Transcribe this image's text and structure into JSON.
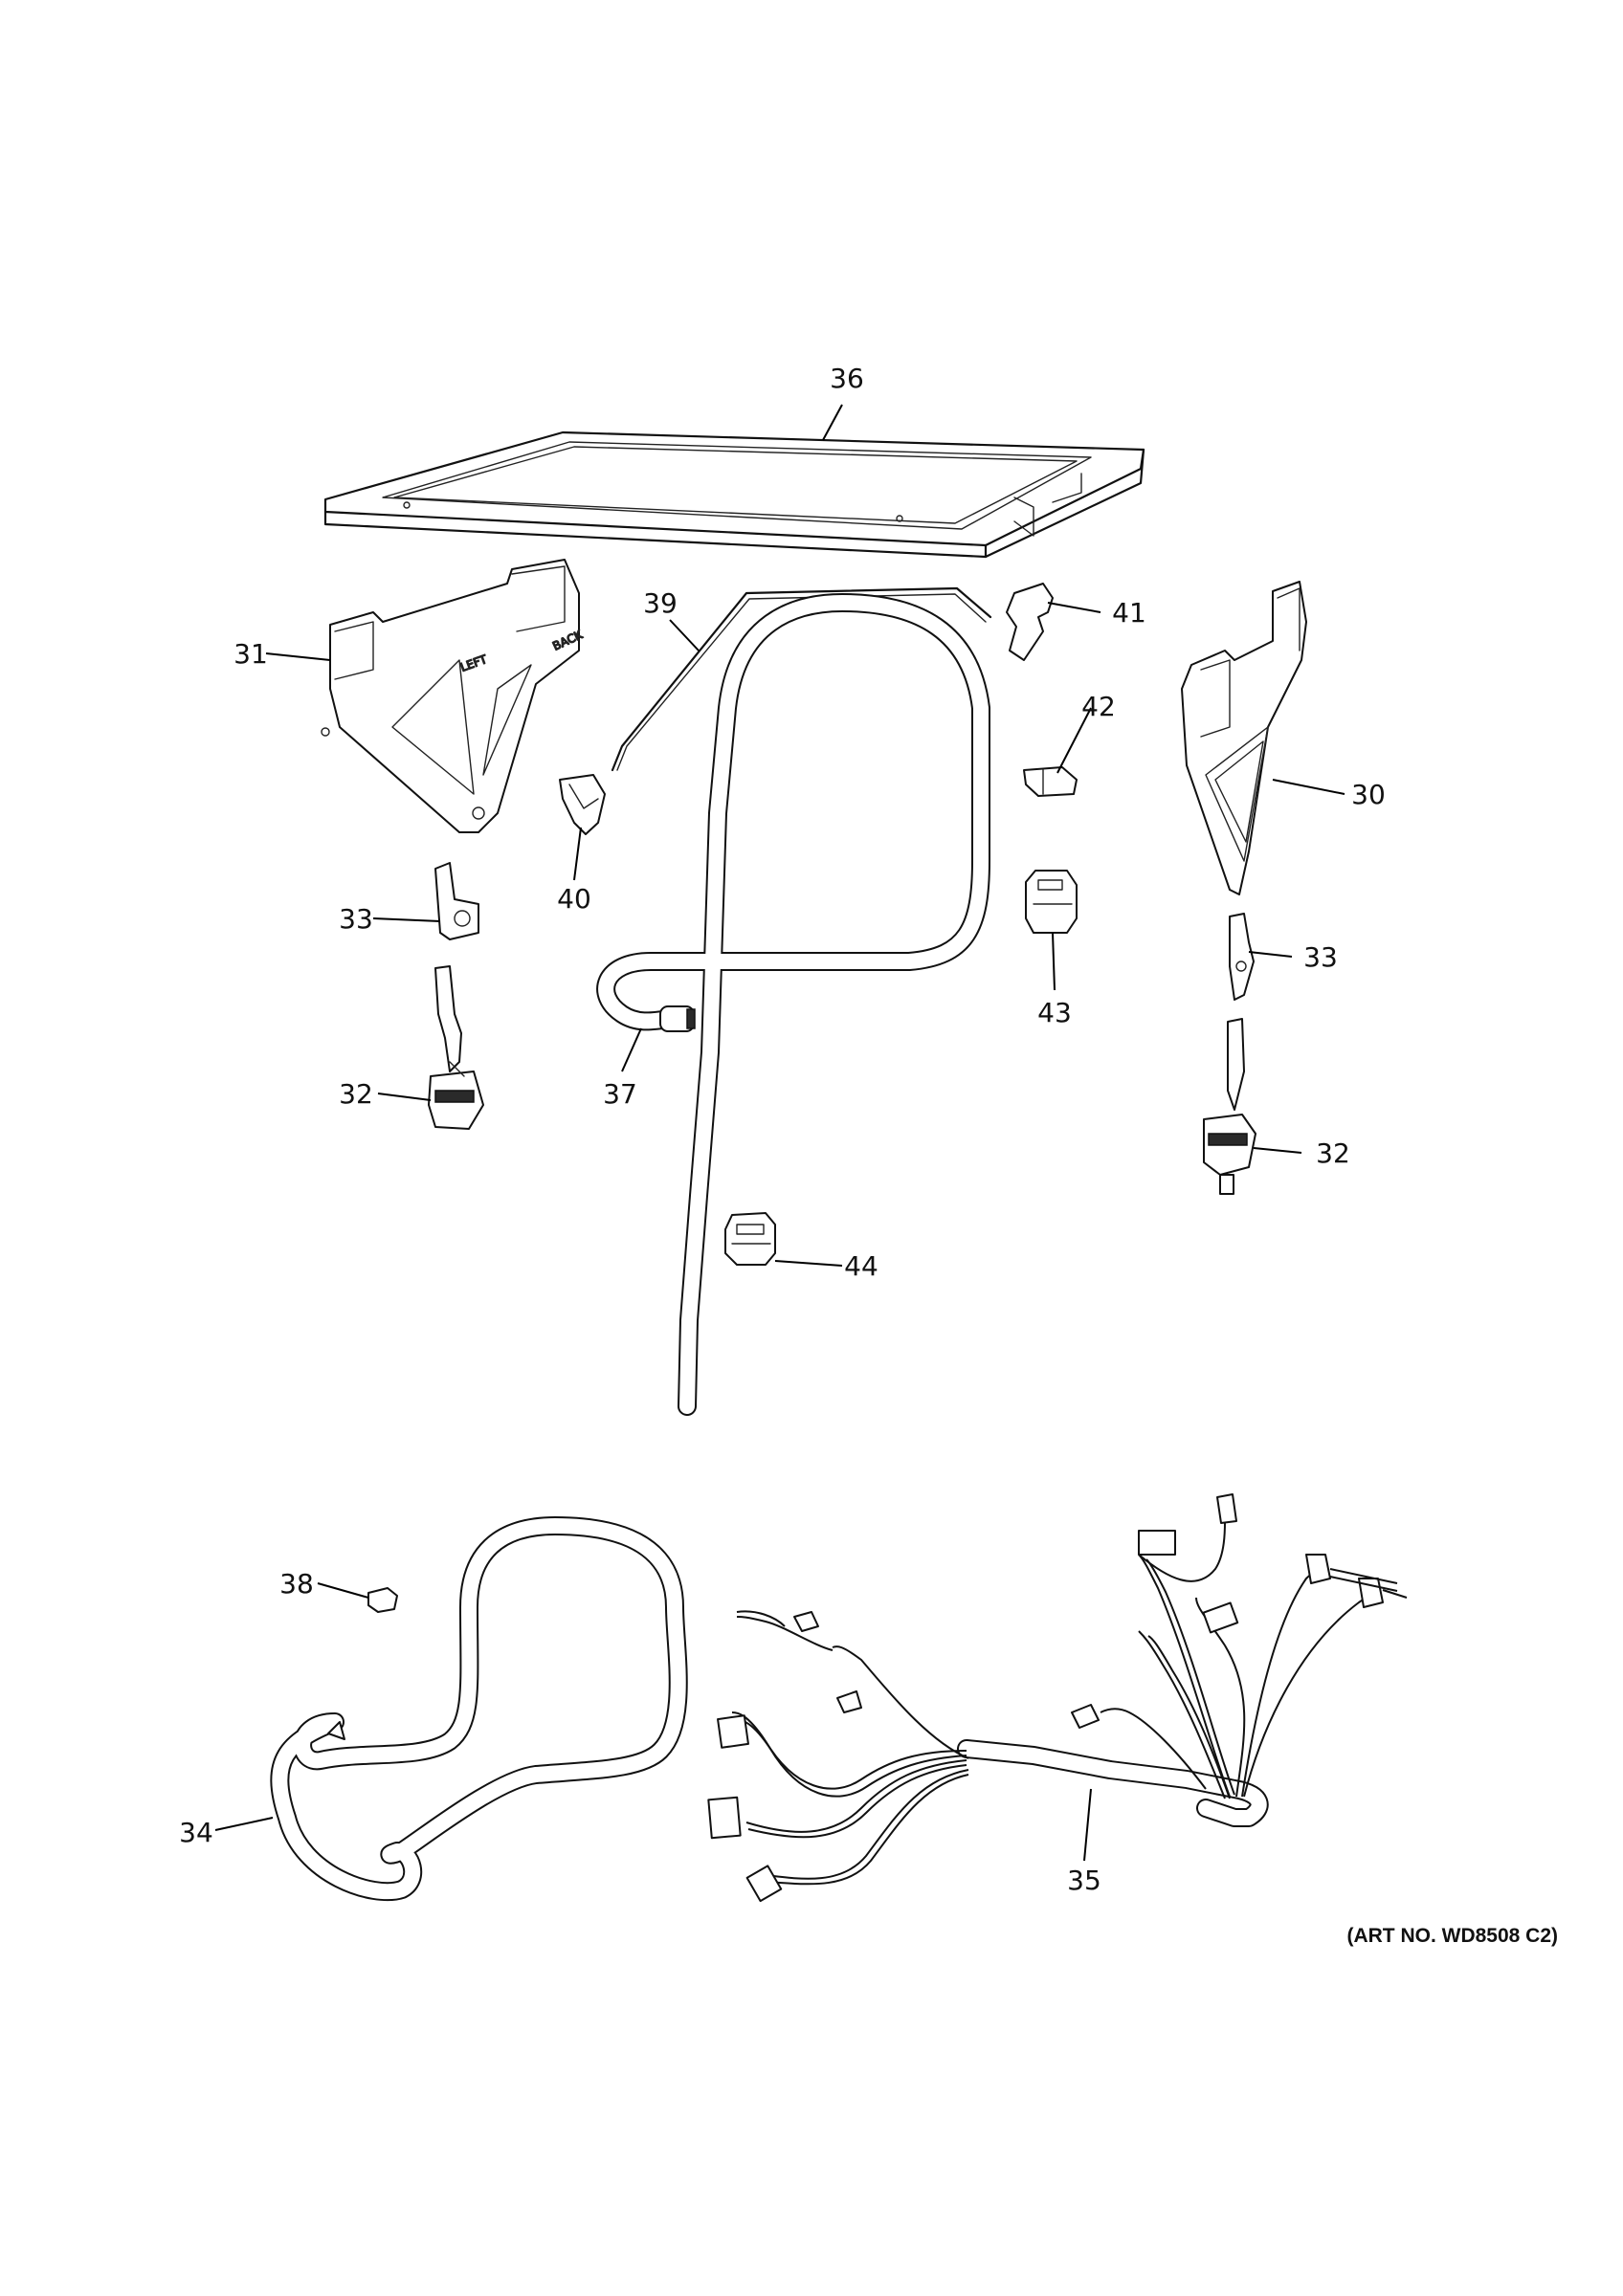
{
  "diagram": {
    "art_number": "(ART NO. WD8508 C2)",
    "callouts": [
      {
        "id": "30",
        "label": "30"
      },
      {
        "id": "31",
        "label": "31"
      },
      {
        "id": "32a",
        "label": "32"
      },
      {
        "id": "32b",
        "label": "32"
      },
      {
        "id": "33a",
        "label": "33"
      },
      {
        "id": "33b",
        "label": "33"
      },
      {
        "id": "34",
        "label": "34"
      },
      {
        "id": "35",
        "label": "35"
      },
      {
        "id": "36",
        "label": "36"
      },
      {
        "id": "37",
        "label": "37"
      },
      {
        "id": "38",
        "label": "38"
      },
      {
        "id": "39",
        "label": "39"
      },
      {
        "id": "40",
        "label": "40"
      },
      {
        "id": "41",
        "label": "41"
      },
      {
        "id": "42",
        "label": "42"
      },
      {
        "id": "43",
        "label": "43"
      },
      {
        "id": "44",
        "label": "44"
      }
    ],
    "bracket_text": {
      "left_label": "LEFT",
      "back_label": "BACK"
    }
  }
}
